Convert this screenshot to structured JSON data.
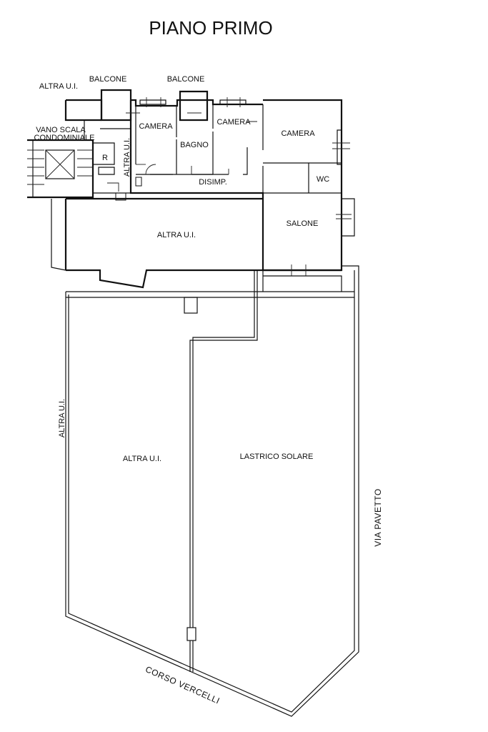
{
  "title": "PIANO PRIMO",
  "rooms": {
    "altra_ui_top_left": "ALTRA U.I.",
    "balcone_left": "BALCONE",
    "balcone_right": "BALCONE",
    "vano_scala_line1": "VANO SCALA",
    "vano_scala_line2": "CONDOMINIALE",
    "r": "R",
    "altra_ui_vertical": "ALTRA U.I.",
    "camera_1": "CAMERA",
    "bagno": "BAGNO",
    "camera_2": "CAMERA",
    "camera_3": "CAMERA",
    "wc": "WC",
    "disimp": "DISIMP.",
    "salone": "SALONE",
    "altra_ui_middle": "ALTRA U.I.",
    "altra_ui_bottom": "ALTRA U.I.",
    "lastrico_solare": "LASTRICO SOLARE",
    "altra_ui_side": "ALTRA U.I."
  },
  "streets": {
    "corso_vercelli": "CORSO VERCELLI",
    "via_pavetto": "VIA PAVETTO"
  }
}
